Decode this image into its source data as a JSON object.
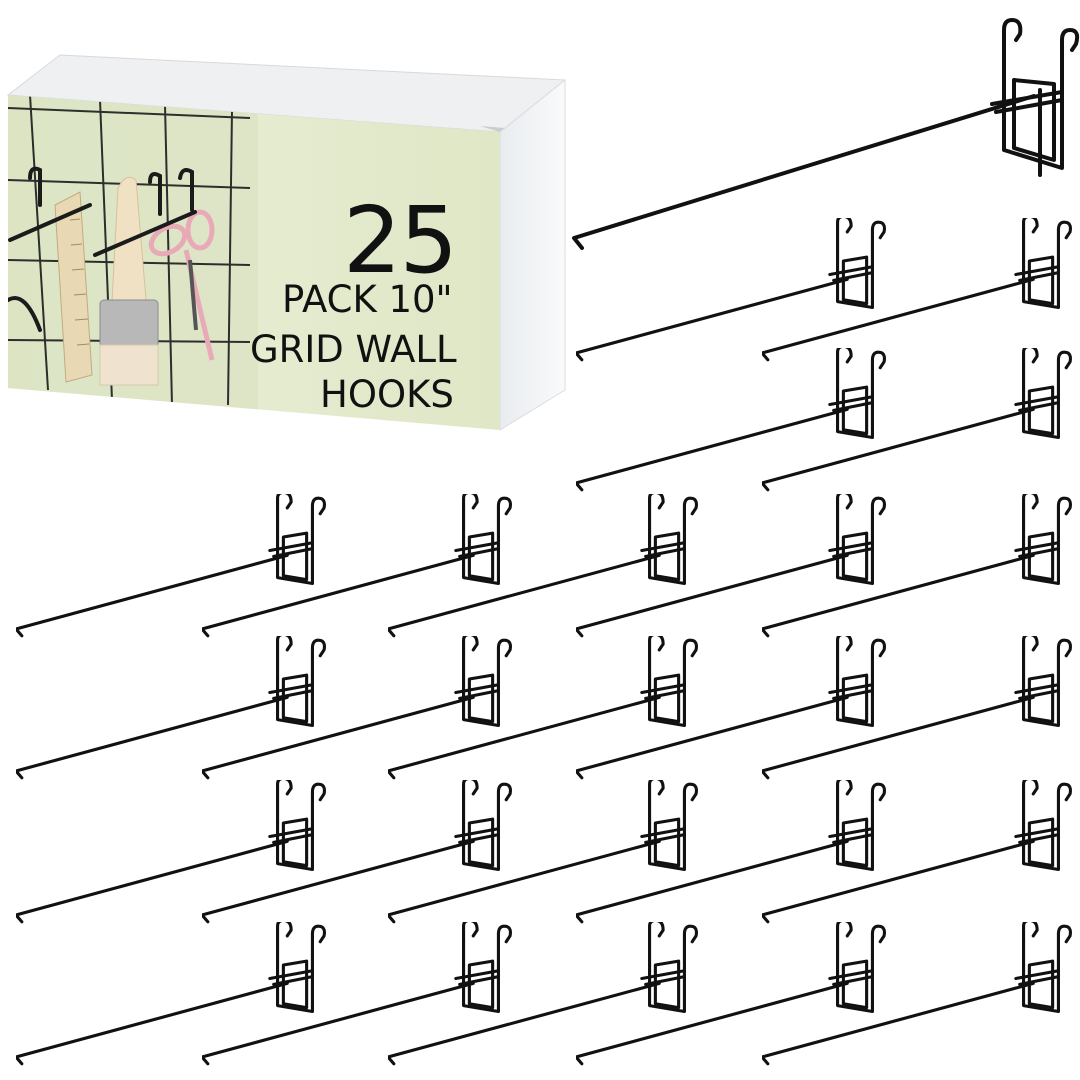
{
  "package": {
    "count": "25",
    "line1": "PACK 10\"",
    "line2": "GRID WALL",
    "line3": "HOOKS"
  },
  "colors": {
    "hook": "#111111",
    "box_panel": "#e3ead0",
    "box_side": "#f4f5f6",
    "box_top": "#eceef0"
  },
  "icons": [
    "grid-wall-hook-icon",
    "scissors-icon",
    "paint-brush-icon",
    "ruler-icon"
  ]
}
